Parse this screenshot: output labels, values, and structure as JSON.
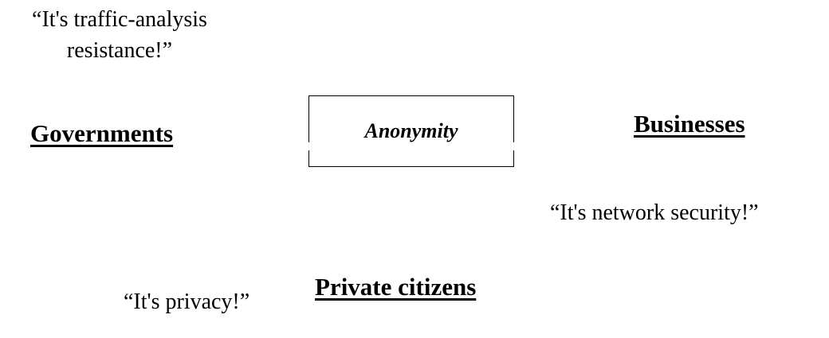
{
  "diagram": {
    "center": {
      "label": "Anonymity"
    },
    "groups": {
      "governments": {
        "label": "Governments"
      },
      "businesses": {
        "label": "Businesses"
      },
      "citizens": {
        "label": "Private citizens"
      }
    },
    "quotes": {
      "traffic": "“It's traffic-analysis\nresistance!”",
      "security": "“It's network security!”",
      "privacy": "“It's privacy!”"
    }
  }
}
